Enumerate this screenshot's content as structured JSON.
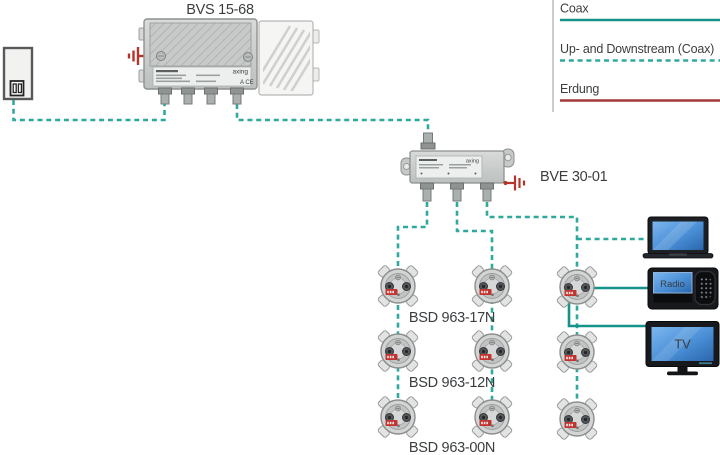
{
  "legend": {
    "items": [
      {
        "label": "Coax",
        "style": "solid-teal"
      },
      {
        "label": "Up- and Downstream (Coax)",
        "style": "dashed-teal"
      },
      {
        "label": "Erdung",
        "style": "solid-red"
      }
    ]
  },
  "components": {
    "amplifier": {
      "label": "BVS 15-68",
      "brand": "axing"
    },
    "splitter": {
      "label": "BVE 30-01",
      "brand": "axing"
    },
    "outlet_rows": {
      "row1": "BSD 963-17N",
      "row2": "BSD 963-12N",
      "row3": "BSD 963-00N"
    },
    "endpoints": {
      "radio": "Radio",
      "tv": "TV"
    }
  },
  "colors": {
    "coax_solid": "#15938a",
    "coax_dashed": "#2fa89d",
    "erdung": "#a23a3a",
    "ground_symbol": "#b5342c",
    "brand_orange": "#d85427"
  }
}
